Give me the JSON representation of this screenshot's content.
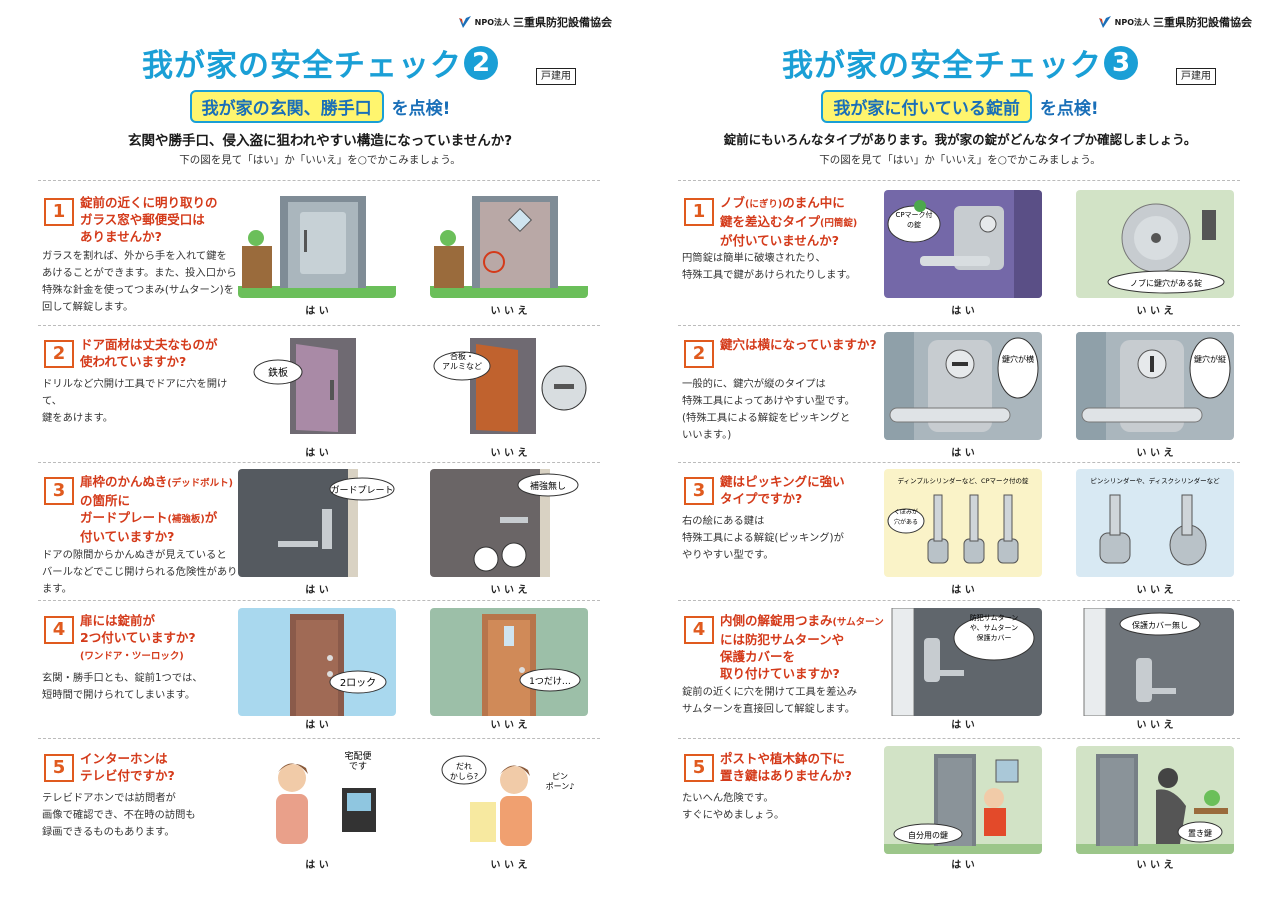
{
  "org": {
    "npo": "NPO法人",
    "name": "三重県防犯設備協会"
  },
  "accent_color": "#1a9fd6",
  "question_color": "#d43a1a",
  "left": {
    "title": "我が家の安全チェック",
    "number": "2",
    "tag": "戸建用",
    "subtitle_box": "我が家の玄関、勝手口",
    "subtitle_suffix": "を点検!",
    "lead": "玄関や勝手口、侵入盗に狙われやすい構造になっていませんか?",
    "instruction": "下の図を見て「はい」か「いいえ」を○でかこみましょう。",
    "items": [
      {
        "num": "1",
        "question": "錠前の近くに明り取りの\nガラス窓や郵便受口は\nありませんか?",
        "description": "ガラスを割れば、外から手を入れて鍵を\nあけることができます。また、投入口から\n特殊な針金を使ってつまみ(サムターン)を\n回して解錠します。",
        "yes": "は い",
        "no": "い い え"
      },
      {
        "num": "2",
        "question": "ドア面材は丈夫なものが\n使われていますか?",
        "description": "ドリルなど穴開け工具でドアに穴を開けて、\n鍵をあけます。",
        "yes": "は い",
        "no": "い い え",
        "yes_label": "鉄板",
        "no_label": "合板・\nアルミなど"
      },
      {
        "num": "3",
        "question_lines": [
          "扉枠のかんぬき",
          "(デッドボルト)",
          "の箇所に",
          "ガードプレート",
          "(補強板)",
          "が",
          "付いていますか?"
        ],
        "description": "ドアの隙間からかんぬきが見えていると\nバールなどでこじ開けられる危険性があります。",
        "yes": "は い",
        "no": "い い え",
        "yes_label": "ガードプレート",
        "no_label": "補強無し"
      },
      {
        "num": "4",
        "question_lines": [
          "扉には錠前が",
          "2つ付いていますか?",
          "(ワンドア・ツーロック)"
        ],
        "description": "玄関・勝手口とも、錠前1つでは、\n短時間で開けられてしまいます。",
        "yes": "は い",
        "no": "い い え",
        "yes_label": "2ロック",
        "no_label": "1つだけ…"
      },
      {
        "num": "5",
        "question": "インターホンは\nテレビ付ですか?",
        "description": "テレビドアホンでは訪問者が\n画像で確認でき、不在時の訪問も\n録画できるものもあります。",
        "yes": "は い",
        "no": "い い え",
        "yes_label": "宅配便\nです",
        "no_label": "だれ\nかしら?",
        "no_label2": "ピン\nポーン♪"
      }
    ]
  },
  "right": {
    "title": "我が家の安全チェック",
    "number": "3",
    "tag": "戸建用",
    "subtitle_box": "我が家に付いている錠前",
    "subtitle_suffix": "を点検!",
    "lead": "錠前にもいろんなタイプがあります。我が家の錠がどんなタイプか確認しましょう。",
    "instruction": "下の図を見て「はい」か「いいえ」を○でかこみましょう。",
    "items": [
      {
        "num": "1",
        "question_lines": [
          "ノブ",
          "(にぎり)",
          "のまん中に",
          "鍵を差込むタイプ",
          "(円筒錠)",
          "が付いていませんか?"
        ],
        "description": "円筒錠は簡単に破壊されたり、\n特殊工具で鍵があけられたりします。",
        "yes": "は い",
        "no": "い い え",
        "yes_label": "CPマーク付\nの錠",
        "no_label": "ノブに鍵穴がある錠"
      },
      {
        "num": "2",
        "question": "鍵穴は横になっていますか?",
        "description": "一般的に、鍵穴が縦のタイプは\n特殊工具によってあけやすい型です。\n(特殊工具による解錠をピッキングと\n いいます。)",
        "yes": "は い",
        "no": "い い え",
        "yes_label": "鍵穴が横",
        "no_label": "鍵穴が縦"
      },
      {
        "num": "3",
        "question": "鍵はピッキングに強い\nタイプですか?",
        "description": "右の絵にある鍵は\n特殊工具による解錠(ピッキング)が\nやりやすい型です。",
        "yes": "は い",
        "no": "い い え",
        "yes_label": "ディンプルシリンダーなど、CPマーク付の錠",
        "yes_label2": "くぼみが\n穴がある",
        "no_label": "ピンシリンダーや、ディスクシリンダーなど"
      },
      {
        "num": "4",
        "question_lines": [
          "内側の解錠用つまみ",
          "(サムターン)",
          "には防犯サムターンや",
          "保護カバーを",
          "取り付けていますか?"
        ],
        "description": "錠前の近くに穴を開けて工具を差込み\nサムターンを直接回して解錠します。",
        "yes": "は い",
        "no": "い い え",
        "yes_label": "防犯サムターン\nや、サムターン\n保護カバー",
        "no_label": "保護カバー無し"
      },
      {
        "num": "5",
        "question": "ポストや植木鉢の下に\n置き鍵はありませんか?",
        "description": "たいへん危険です。\nすぐにやめましょう。",
        "yes": "は い",
        "no": "い い え",
        "yes_label": "自分用の鍵",
        "no_label": "置き鍵"
      }
    ]
  }
}
